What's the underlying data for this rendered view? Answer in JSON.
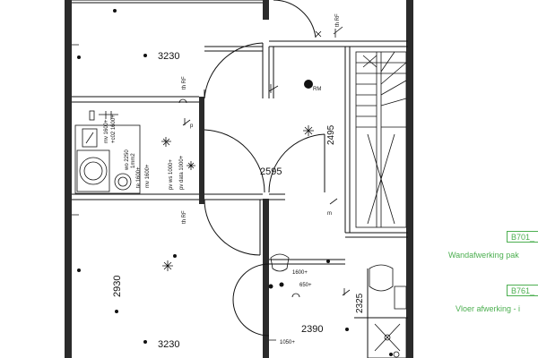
{
  "plan": {
    "colors": {
      "wall": "#2b2b2b",
      "line": "#111111",
      "legend": "#4caf50"
    },
    "dimensions": {
      "living_width_top": "3230",
      "hall_width": "2595",
      "hall_height": "2495",
      "bedroom_height": "2930",
      "living_width_bottom": "3230",
      "bath_width": "2390",
      "bath_height": "2325"
    },
    "utility_labels": [
      "mv 1600+",
      "+c02 1600+",
      "wo 2250",
      "1mm2",
      "te 1600+"
    ],
    "vertical_labels": [
      "pv ws 1000+",
      "pv data 1000+",
      "mv 1600+"
    ],
    "symbol_labels": {
      "rf_upper": "th RF",
      "rf_lower": "th RF",
      "rf_top_right": "th RF",
      "rm": "RM",
      "p": "p",
      "m": "m",
      "sink_1600": "1600+",
      "sink_650": "650+",
      "bath_1050": "1050+"
    },
    "legend": [
      {
        "code": "B701_",
        "note": "Wandafwerking pak"
      },
      {
        "code": "B761_",
        "note": "Vloer afwerking - i"
      }
    ]
  }
}
